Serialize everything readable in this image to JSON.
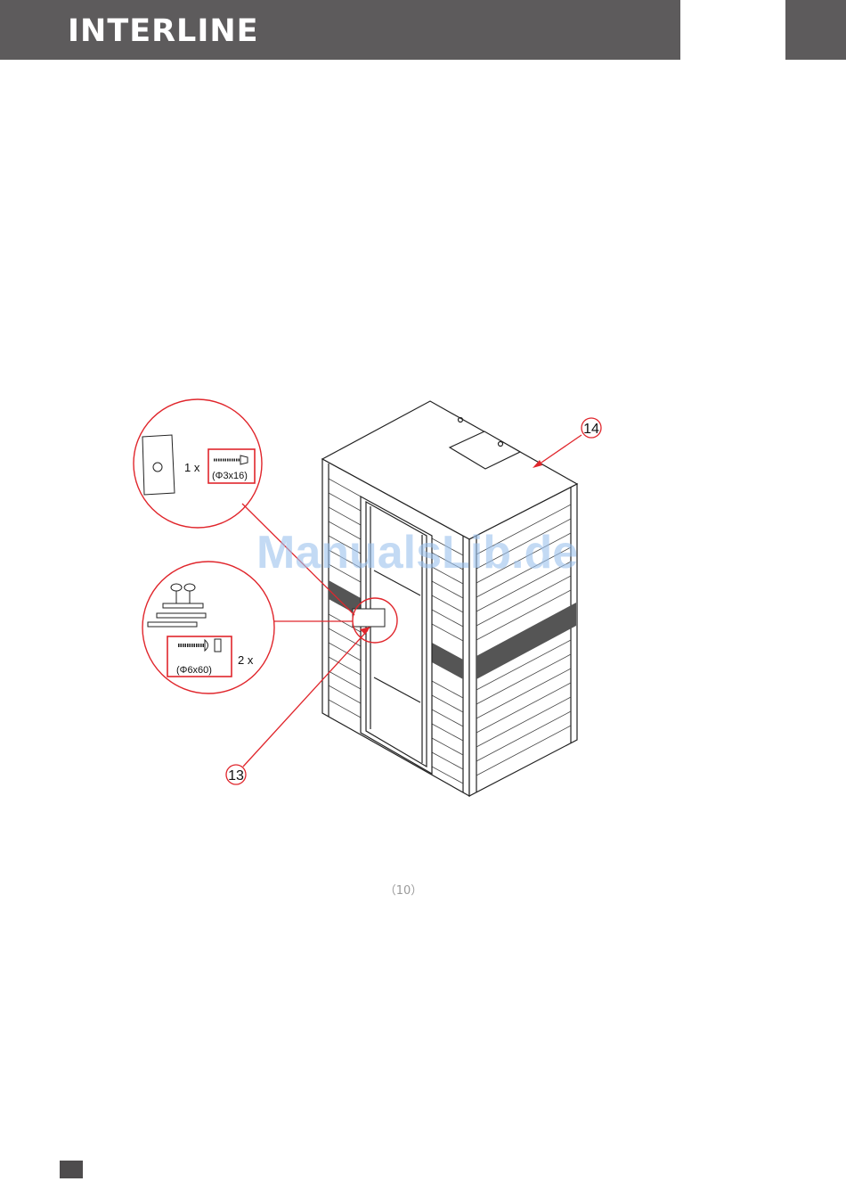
{
  "header": {
    "brand": "INTERLINE"
  },
  "diagram": {
    "callout_top": {
      "quantity": "1 x",
      "screw_spec": "(Φ3x16)"
    },
    "callout_bottom": {
      "quantity": "2 x",
      "screw_spec": "(Φ6x60)"
    },
    "part_labels": [
      "14",
      "13"
    ],
    "accent_color": "#e0262c"
  },
  "watermark": "ManualsLib.de",
  "page_number": "（10）"
}
